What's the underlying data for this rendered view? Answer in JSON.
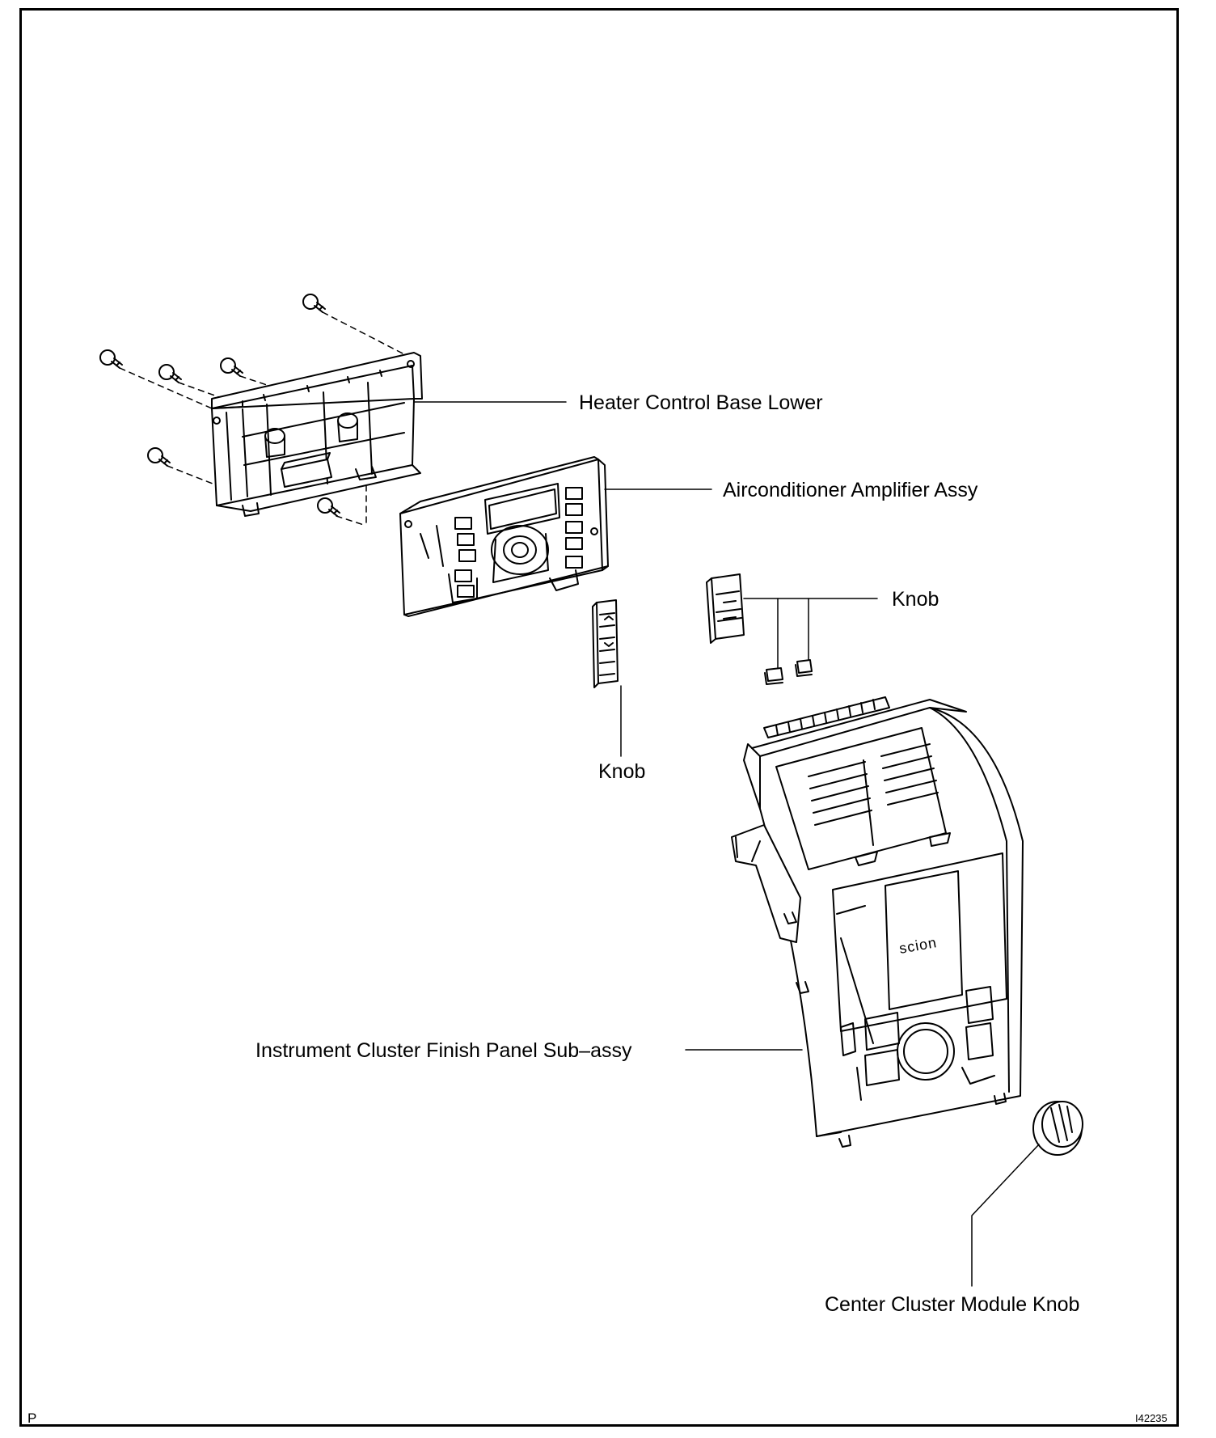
{
  "labels": {
    "heater_control_base_lower": "Heater Control Base Lower",
    "airconditioner_amplifier_assy": "Airconditioner Amplifier Assy",
    "knob_right": "Knob",
    "knob_lower": "Knob",
    "instrument_cluster_finish_panel": "Instrument Cluster Finish Panel Sub–assy",
    "center_cluster_module_knob": "Center Cluster Module Knob"
  },
  "panel_logo": "scion",
  "corner_letter": "P",
  "figure_id": "I42235"
}
